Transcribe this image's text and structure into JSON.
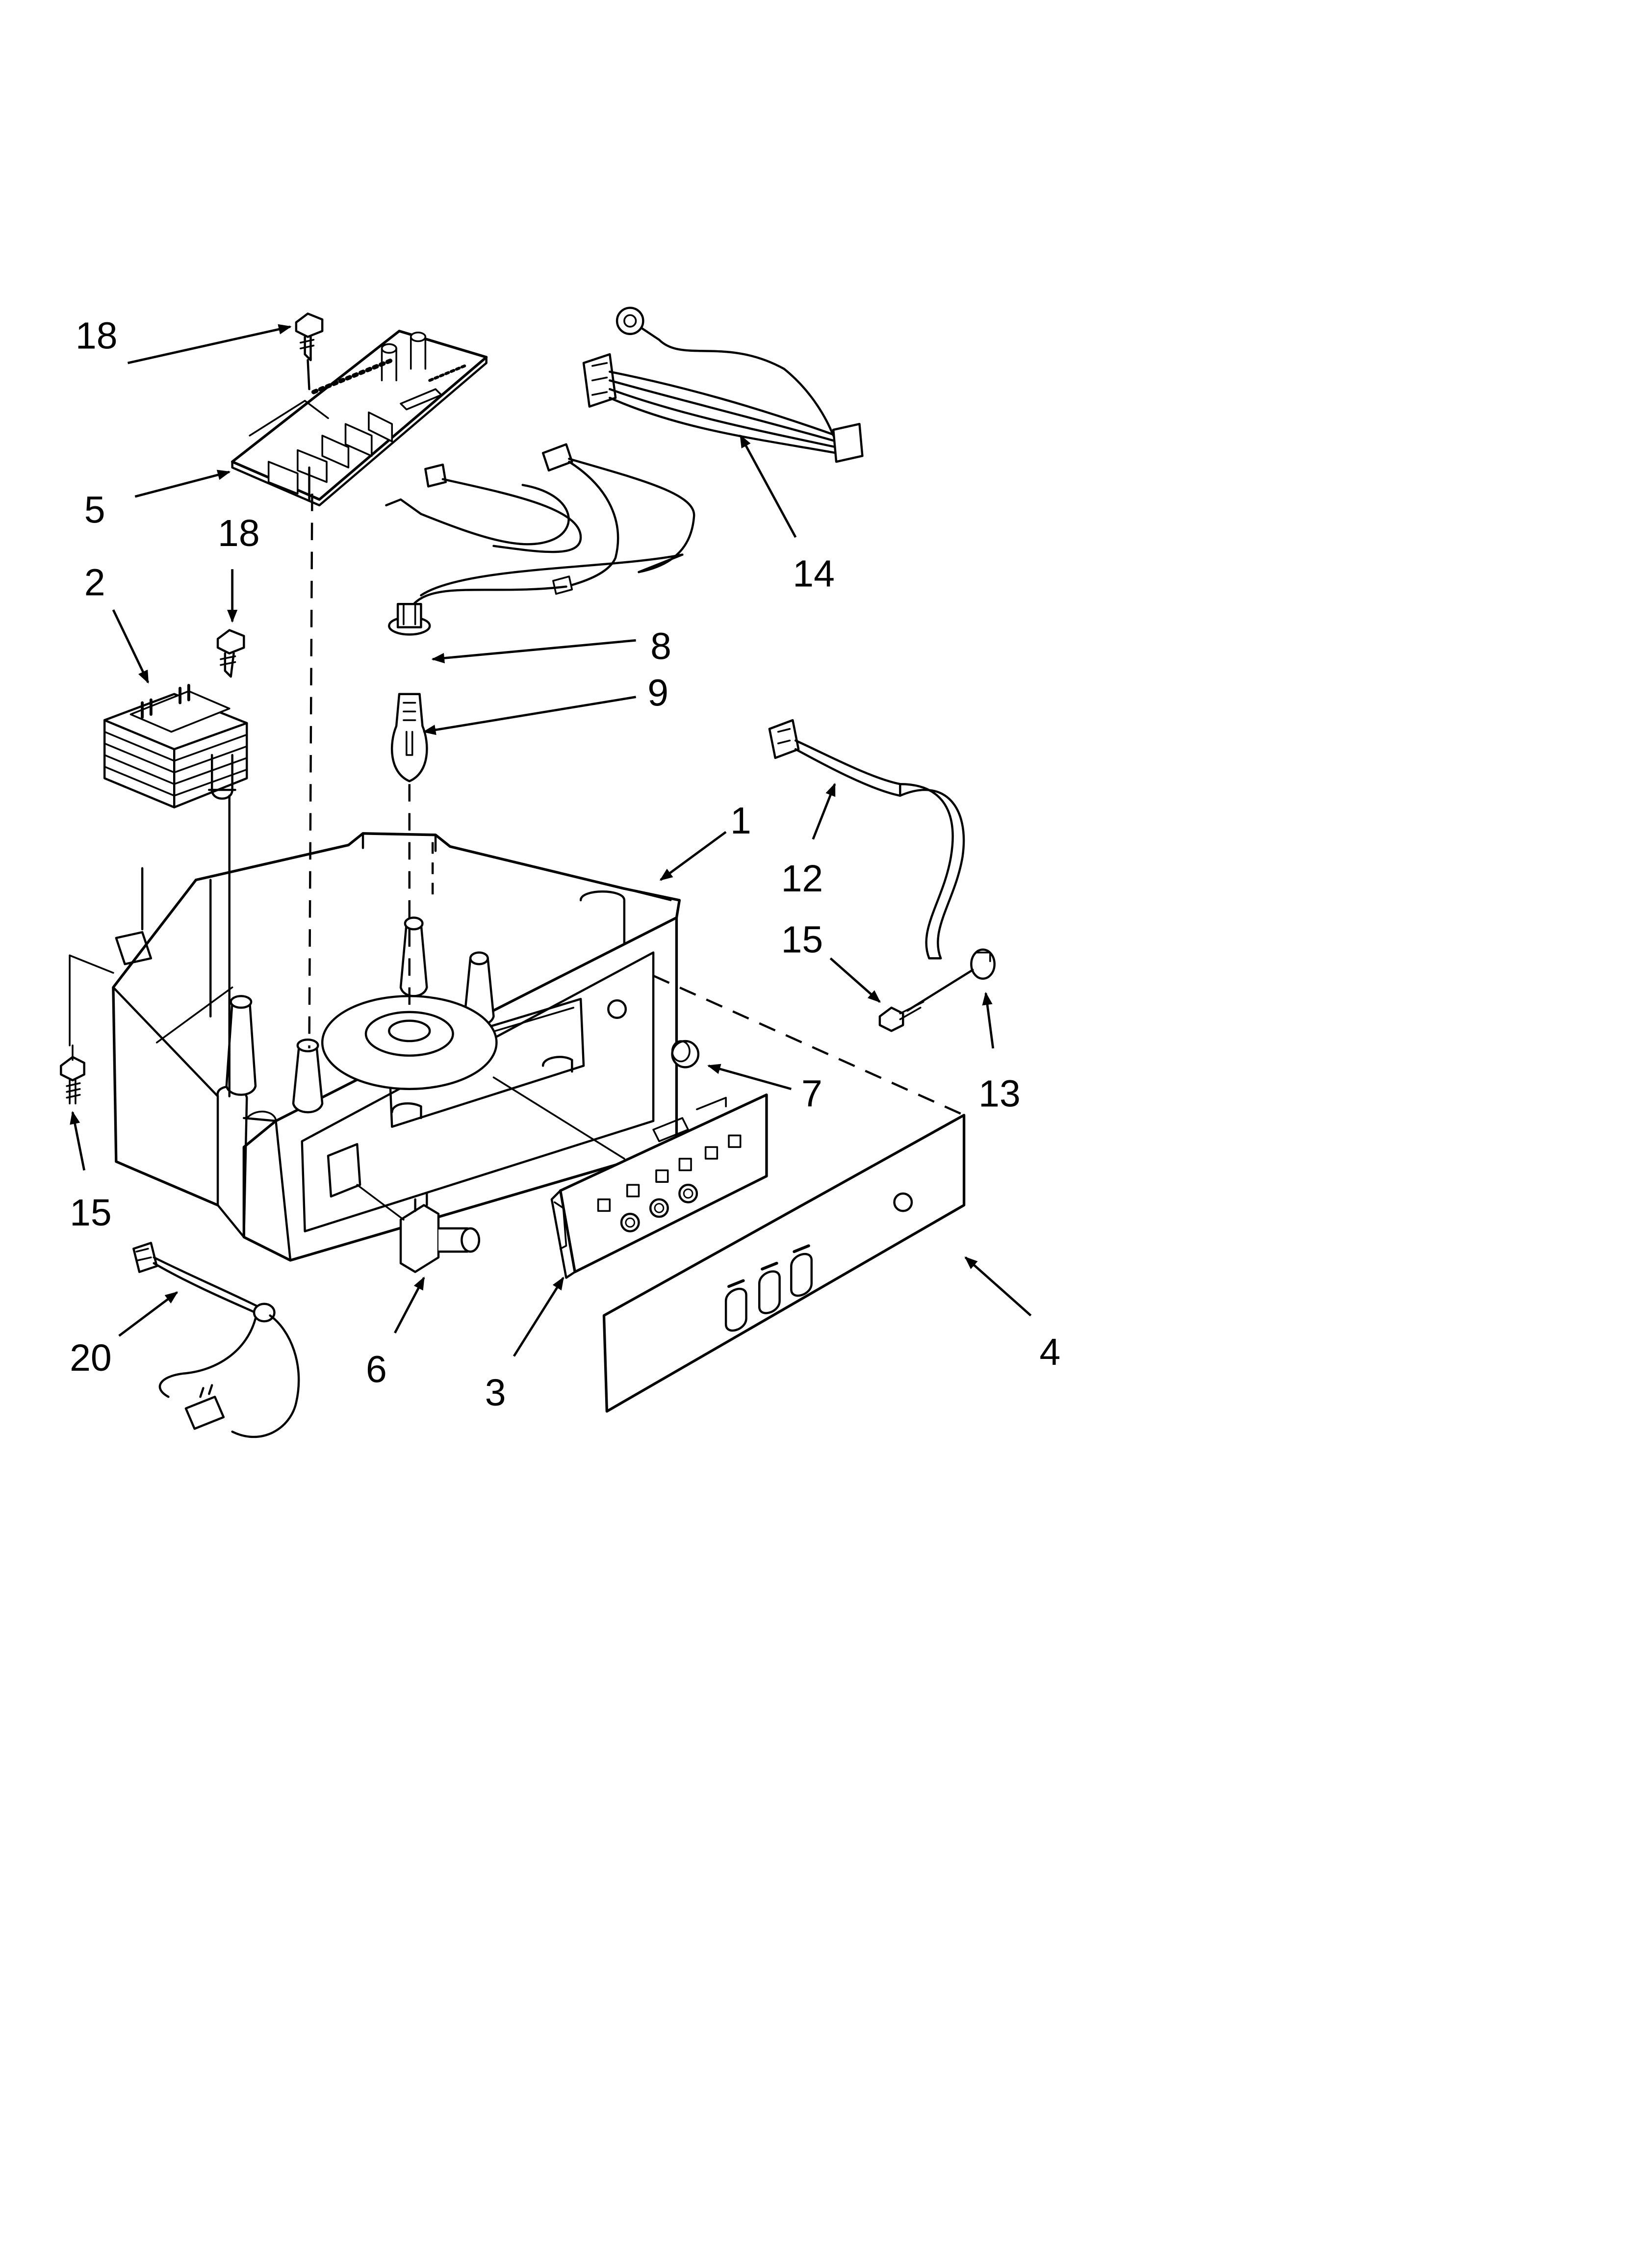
{
  "diagram": {
    "type": "exploded-parts-view",
    "callouts": [
      {
        "id": "c18a",
        "label": "18"
      },
      {
        "id": "c5",
        "label": "5"
      },
      {
        "id": "c18b",
        "label": "18"
      },
      {
        "id": "c2",
        "label": "2"
      },
      {
        "id": "c14",
        "label": "14"
      },
      {
        "id": "c8",
        "label": "8"
      },
      {
        "id": "c9",
        "label": "9"
      },
      {
        "id": "c1",
        "label": "1"
      },
      {
        "id": "c12",
        "label": "12"
      },
      {
        "id": "c15a",
        "label": "15"
      },
      {
        "id": "c13",
        "label": "13"
      },
      {
        "id": "c7",
        "label": "7"
      },
      {
        "id": "c15b",
        "label": "15"
      },
      {
        "id": "c20",
        "label": "20"
      },
      {
        "id": "c6",
        "label": "6"
      },
      {
        "id": "c3",
        "label": "3"
      },
      {
        "id": "c4",
        "label": "4"
      }
    ]
  }
}
